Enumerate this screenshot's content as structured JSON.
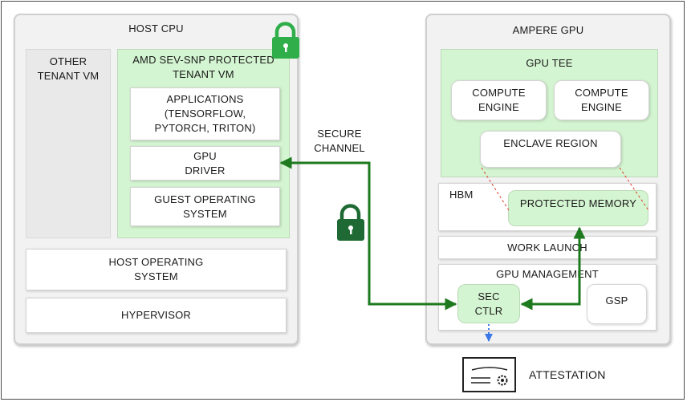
{
  "host": {
    "title": "HOST CPU",
    "other_vm": "OTHER\nTENANT VM",
    "sev_vm": "AMD SEV-SNP PROTECTED\nTENANT VM",
    "applications": "APPLICATIONS\n(TENSORFLOW,\nPYTORCH, TRITON)",
    "gpu_driver": "GPU\nDRIVER",
    "guest_os": "GUEST OPERATING\nSYSTEM",
    "host_os": "HOST OPERATING\nSYSTEM",
    "hypervisor": "HYPERVISOR"
  },
  "channel": {
    "label": "SECURE\nCHANNEL"
  },
  "gpu": {
    "title": "AMPERE GPU",
    "tee": "GPU TEE",
    "compute_1": "COMPUTE\nENGINE",
    "compute_2": "COMPUTE\nENGINE",
    "enclave": "ENCLAVE REGION",
    "hbm": "HBM",
    "protected_memory": "PROTECTED MEMORY",
    "work_launch": "WORK LAUNCH",
    "gpu_management": "GPU MANAGEMENT",
    "sec_ctlr": "SEC\nCTLR",
    "gsp": "GSP"
  },
  "attestation": {
    "label": "ATTESTATION"
  },
  "colors": {
    "secure_green": "#1e7a1e",
    "lock_green": "#2fae4a",
    "lock_dark": "#1f6a34",
    "attest_blue": "#3b78e7",
    "enclave_red": "#e03c2e"
  }
}
